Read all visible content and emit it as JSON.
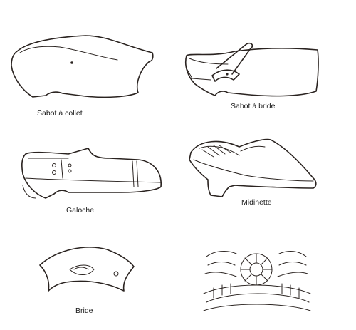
{
  "figures": [
    {
      "id": "sabot-a-collet",
      "label": "Sabot à collet"
    },
    {
      "id": "sabot-a-bride",
      "label": "Sabot à bride"
    },
    {
      "id": "galoche",
      "label": "Galoche"
    },
    {
      "id": "midinette",
      "label": "Midinette"
    },
    {
      "id": "bride",
      "label": "Bride"
    },
    {
      "id": "ornament",
      "label": ""
    }
  ],
  "ink_color": "#2a2320"
}
